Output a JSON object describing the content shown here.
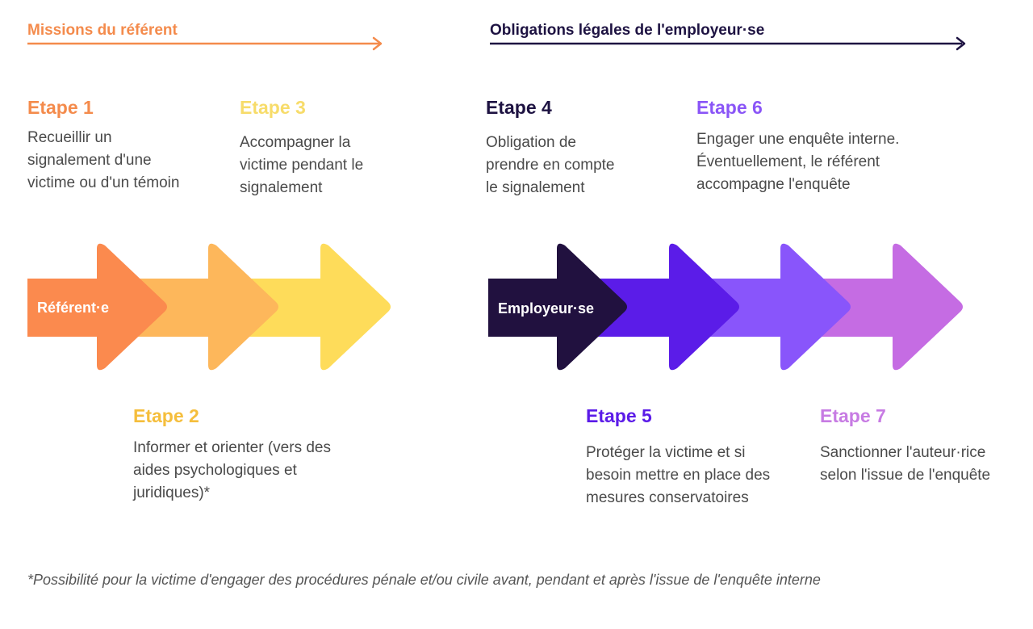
{
  "sections": {
    "referent": {
      "title": "Missions du référent",
      "color": "#F48B4C"
    },
    "employeur": {
      "title": "Obligations légales de l'employeur·se",
      "color": "#1E1342"
    }
  },
  "steps": [
    {
      "title": "Etape 1",
      "text": "Recueillir un\nsignalement d'une\nvictime ou d'un témoin",
      "color": "#F48B4C"
    },
    {
      "title": "Etape 2",
      "text": "Informer et orienter (vers des\naides psychologiques et\njuridiques)*",
      "color": "#F5BE3C"
    },
    {
      "title": "Etape 3",
      "text": "Accompagner la\nvictime pendant le\nsignalement",
      "color": "#F7DC6A"
    },
    {
      "title": "Etape 4",
      "text": "Obligation de\nprendre en compte\nle signalement",
      "color": "#1E1342"
    },
    {
      "title": "Etape 5",
      "text": "Protéger la victime et si\nbesoin mettre en place des\nmesures conservatoires",
      "color": "#5B1BE8"
    },
    {
      "title": "Etape 6",
      "text": "Engager une enquête interne.\nÉventuellement, le référent\naccompagne l'enquête",
      "color": "#8A55F7"
    },
    {
      "title": "Etape 7",
      "text": "Sanctionner l'auteur·rice\nselon l'issue de l'enquête",
      "color": "#C77BE3"
    }
  ],
  "arrow_groups": {
    "left": {
      "label": "Référent·e",
      "colors": [
        "#FB8A4E",
        "#FDB75B",
        "#FEDC5A"
      ]
    },
    "right": {
      "label": "Employeur·se",
      "colors": [
        "#21113F",
        "#5B1CE8",
        "#8955FB",
        "#C56CE3"
      ]
    }
  },
  "footnote": "*Possibilité pour la victime d'engager des procédures pénale et/ou civile avant, pendant et après l'issue de l'enquête interne"
}
